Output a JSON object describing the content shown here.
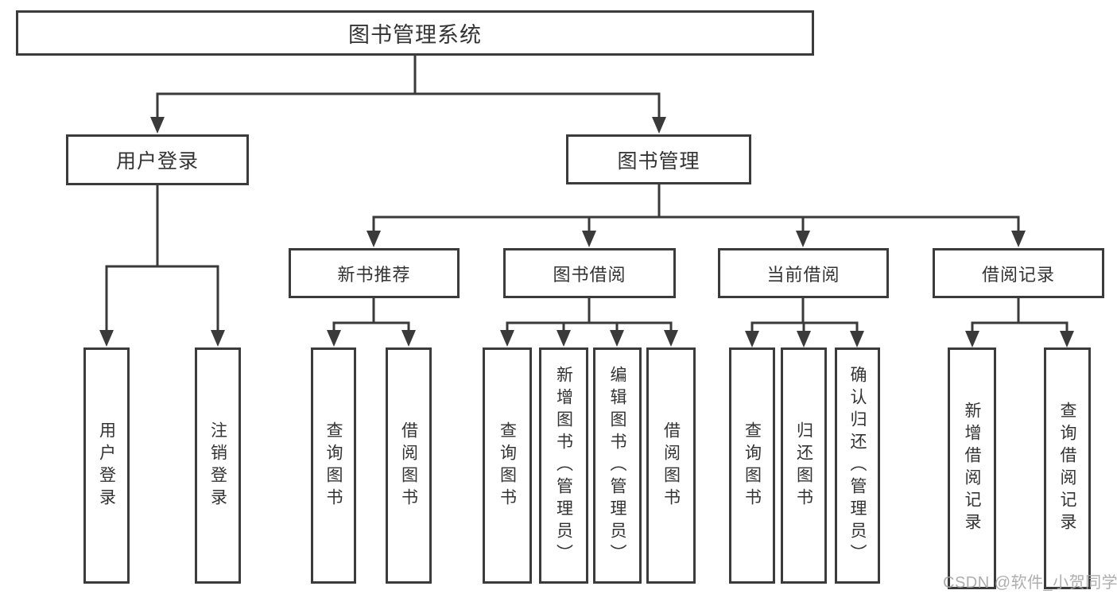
{
  "diagram": {
    "colors": {
      "line": "#3a3a3a",
      "border": "#3b3b3b",
      "text": "#333333",
      "background": "#ffffff",
      "watermark": "#a5a5a5"
    },
    "nodes": {
      "root": {
        "label": "图书管理系统"
      },
      "user_login": {
        "label": "用户登录"
      },
      "book_management": {
        "label": "图书管理"
      },
      "new_book_recommend": {
        "label": "新书推荐"
      },
      "book_borrow": {
        "label": "图书借阅"
      },
      "current_borrow": {
        "label": "当前借阅"
      },
      "borrow_records": {
        "label": "借阅记录"
      },
      "login": {
        "label": "用户登录"
      },
      "logout": {
        "label": "注销登录"
      },
      "query_book_a": {
        "label": "查询图书"
      },
      "borrow_book_a": {
        "label": "借阅图书"
      },
      "query_book_b": {
        "label": "查询图书"
      },
      "add_book": {
        "label": "新增图书（管理员）"
      },
      "edit_book": {
        "label": "编辑图书（管理员）"
      },
      "borrow_book_b": {
        "label": "借阅图书"
      },
      "query_book_c": {
        "label": "查询图书"
      },
      "return_book": {
        "label": "归还图书"
      },
      "confirm_return": {
        "label": "确认归还（管理员）"
      },
      "add_borrow_record": {
        "label": "新增借阅记录"
      },
      "query_borrow_record": {
        "label": "查询借阅记录"
      }
    },
    "structure": {
      "图书管理系统": {
        "用户登录": [
          "用户登录",
          "注销登录"
        ],
        "图书管理": {
          "新书推荐": [
            "查询图书",
            "借阅图书"
          ],
          "图书借阅": [
            "查询图书",
            "新增图书（管理员）",
            "编辑图书（管理员）",
            "借阅图书"
          ],
          "当前借阅": [
            "查询图书",
            "归还图书",
            "确认归还（管理员）"
          ],
          "借阅记录": [
            "新增借阅记录",
            "查询借阅记录"
          ]
        }
      }
    },
    "watermark": "CSDN @软件_小贺同学"
  }
}
